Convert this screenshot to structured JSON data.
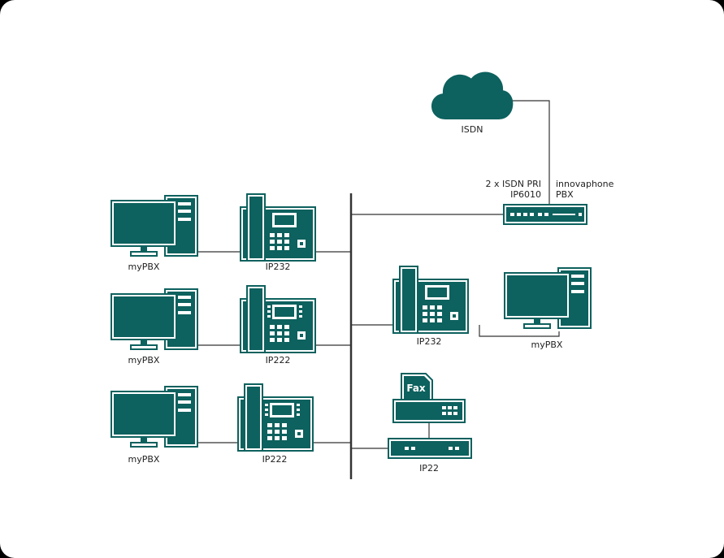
{
  "colors": {
    "device": "#0d615e",
    "line": "#333333",
    "background": "#ffffff"
  },
  "cloud": {
    "label": "ISDN"
  },
  "gateway": {
    "label_left_1": "2 x ISDN PRI",
    "label_left_2": "IP6010",
    "label_right_1": "innovaphone",
    "label_right_2": "PBX"
  },
  "left_rows": [
    {
      "pc_label": "myPBX",
      "phone_label": "IP232"
    },
    {
      "pc_label": "myPBX",
      "phone_label": "IP222"
    },
    {
      "pc_label": "myPBX",
      "phone_label": "IP222"
    }
  ],
  "right_phone": {
    "label": "IP232"
  },
  "right_pc": {
    "label": "myPBX"
  },
  "fax": {
    "text": "Fax",
    "adapter_label": "IP22"
  }
}
